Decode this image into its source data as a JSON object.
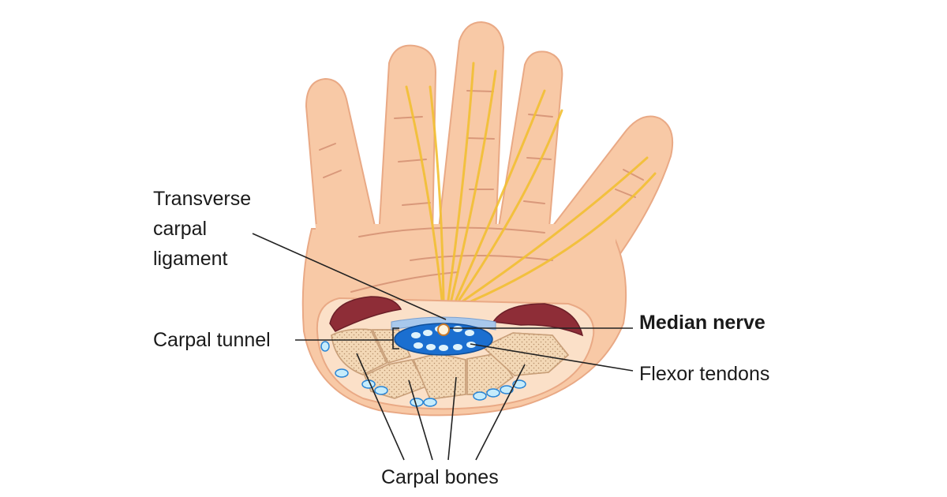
{
  "labels": {
    "transverse_carpal_ligament": [
      "Transverse",
      "carpal",
      "ligament"
    ],
    "carpal_tunnel": "Carpal tunnel",
    "median_nerve": "Median nerve",
    "flexor_tendons": "Flexor tendons",
    "carpal_bones": "Carpal bones"
  },
  "colors": {
    "skin": "#f8c9a6",
    "skin_outline": "#e9a985",
    "crease": "#d9987a",
    "tendon_lines": "#f2c033",
    "muscle": "#8e2d37",
    "tunnel_blue": "#1b6fd0",
    "tendon_sheath": "#dff3fb",
    "bone": "#f3d8b6",
    "leader_line": "#222222"
  }
}
